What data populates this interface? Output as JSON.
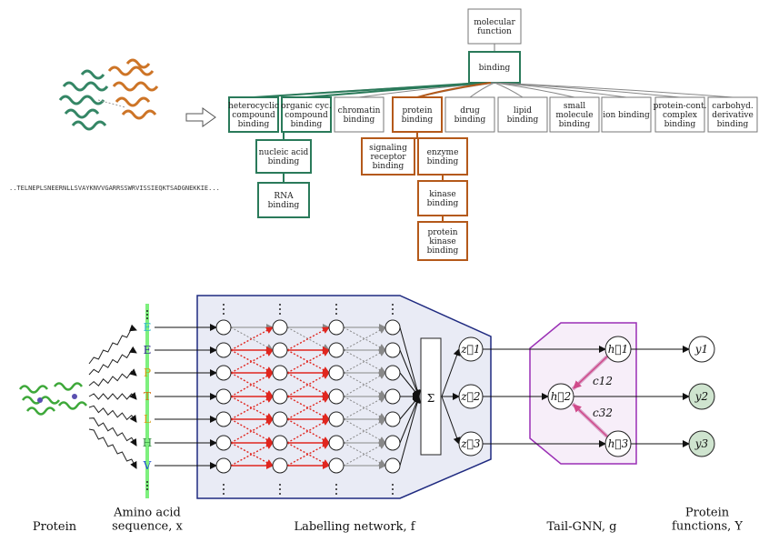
{
  "colors": {
    "green": "#2a7a5a",
    "orange": "#b4591a",
    "gray": "#777777",
    "navy": "#1f2a80",
    "panel": "#e9ebf5",
    "purple": "#9a2fb5",
    "red": "#e0261f",
    "teal_out": "#cfe4cf"
  },
  "go_tree": {
    "root": "molecular\nfunction",
    "binding": "binding",
    "level2": [
      {
        "label": "heterocyclic\ncompound\nbinding",
        "style": "green"
      },
      {
        "label": "organic cyc.\ncompound\nbinding",
        "style": "green"
      },
      {
        "label": "chromatin\nbinding",
        "style": "gray"
      },
      {
        "label": "protein\nbinding",
        "style": "orange"
      },
      {
        "label": "drug\nbinding",
        "style": "gray"
      },
      {
        "label": "lipid\nbinding",
        "style": "gray"
      },
      {
        "label": "small\nmolecule\nbinding",
        "style": "gray"
      },
      {
        "label": "ion binding",
        "style": "gray"
      },
      {
        "label": "protein-cont.\ncomplex\nbinding",
        "style": "gray"
      },
      {
        "label": "carbohyd.\nderivative\nbinding",
        "style": "gray"
      }
    ],
    "nucleic": "nucleic acid\nbinding",
    "rna": "RNA\nbinding",
    "signaling": "signaling\nreceptor\nbinding",
    "enzyme": "enzyme\nbinding",
    "kinase": "kinase\nbinding",
    "protein_kinase": "protein\nkinase\nbinding"
  },
  "sequence_text": "..TELNEPLSNEERNLLSVAYKNVVGARRSSWRVISSIEQKTSADGNEKKIE...",
  "amino_acids": [
    {
      "letter": "E",
      "color": "#27b4c8"
    },
    {
      "letter": "E",
      "color": "#2a2a8a"
    },
    {
      "letter": "P",
      "color": "#c9a010"
    },
    {
      "letter": "T",
      "color": "#d47010"
    },
    {
      "letter": "L",
      "color": "#d49a10"
    },
    {
      "letter": "H",
      "color": "#2c8a3a"
    },
    {
      "letter": "V",
      "color": "#2050d0"
    }
  ],
  "sum_symbol": "Σ",
  "z_nodes": [
    "z⃗1",
    "z⃗2",
    "z⃗3"
  ],
  "h_nodes": [
    "h⃗1",
    "h⃗2",
    "h⃗3"
  ],
  "y_nodes": [
    "y1",
    "y2",
    "y3"
  ],
  "edge_labels": [
    "c12",
    "c32"
  ],
  "captions": {
    "protein": "Protein",
    "amino_acid": "Amino acid\nsequence, x",
    "labelling": "Labelling network, f",
    "tail_gnn": "Tail-GNN, g",
    "functions": "Protein\nfunctions, Y"
  }
}
